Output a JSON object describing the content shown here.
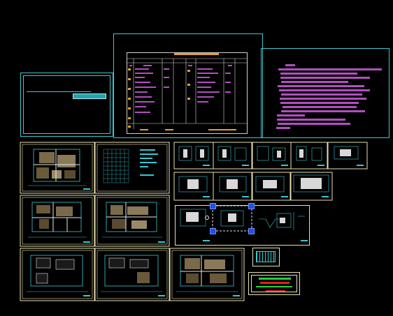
{
  "app": {
    "canvas_background": "#000000",
    "colors": {
      "sheet_border": "#3cc8d2",
      "sheet_frame": "#e8e0b0",
      "text_magenta": "#b24fc0",
      "text_orange": "#e0a030",
      "grip": "#1e50e6",
      "legend_green": "#20d040",
      "legend_red": "#e02020"
    }
  },
  "sheets": {
    "cover_note": {
      "icon": "drawing-sheet"
    },
    "material_table": {
      "icon": "table-sheet"
    },
    "design_notes": {
      "icon": "text-sheet"
    }
  },
  "floor_plans": [
    {
      "icon": "floor-plan"
    },
    {
      "icon": "grid-schedule"
    },
    {
      "icon": "floor-plan"
    },
    {
      "icon": "floor-plan"
    },
    {
      "icon": "floor-plan"
    },
    {
      "icon": "floor-plan"
    },
    {
      "icon": "floor-plan"
    }
  ],
  "elevations": [
    {
      "icon": "elevation"
    },
    {
      "icon": "elevation"
    },
    {
      "icon": "elevation"
    },
    {
      "icon": "elevation"
    },
    {
      "icon": "elevation"
    },
    {
      "icon": "elevation"
    },
    {
      "icon": "elevation"
    },
    {
      "icon": "elevation"
    },
    {
      "icon": "elevation"
    }
  ],
  "selection": {
    "grip_icon": "grip-handle",
    "center_icon": "center-grip"
  }
}
